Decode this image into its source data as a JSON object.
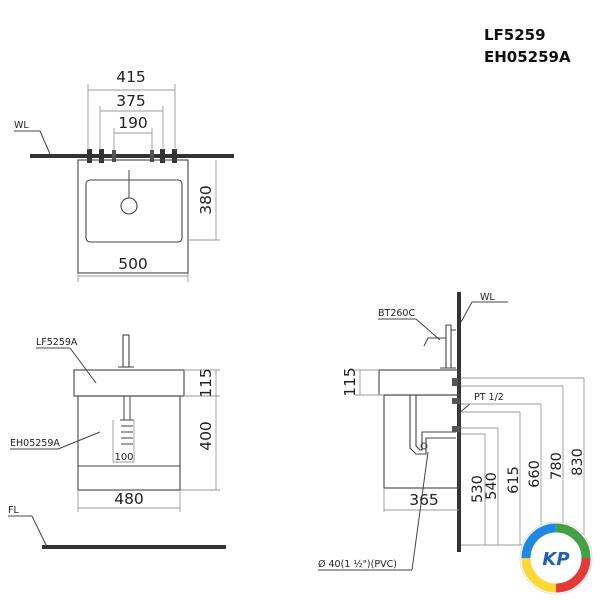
{
  "model_codes": [
    "LF5259",
    "EH05259A"
  ],
  "top_view": {
    "wall_label": "WL",
    "dims": {
      "d415": "415",
      "d375": "375",
      "d190": "190",
      "d380": "380",
      "d500": "500"
    }
  },
  "front_view": {
    "basin_label": "LF5259A",
    "cabinet_label": "EH05259A",
    "floor_label": "FL",
    "dims": {
      "d115": "115",
      "d400": "400",
      "d100": "100",
      "d480": "480"
    }
  },
  "side_view": {
    "faucet_label": "BT260C",
    "wall_label": "WL",
    "pipe_label": "PT 1/2",
    "drain_label": "Ø 40(1 ½\")(PVC)",
    "dims": {
      "d115": "115",
      "d365": "365",
      "d530": "530",
      "d540": "540",
      "d615": "615",
      "d660": "660",
      "d780": "780",
      "d830": "830"
    }
  },
  "logo_text": "KP",
  "colors": {
    "line": "#444444",
    "dimension_line": "#9a9a9a",
    "wall": "#333333",
    "logo_ring": [
      "#e53935",
      "#fdd835",
      "#1e88e5",
      "#43a047"
    ]
  }
}
